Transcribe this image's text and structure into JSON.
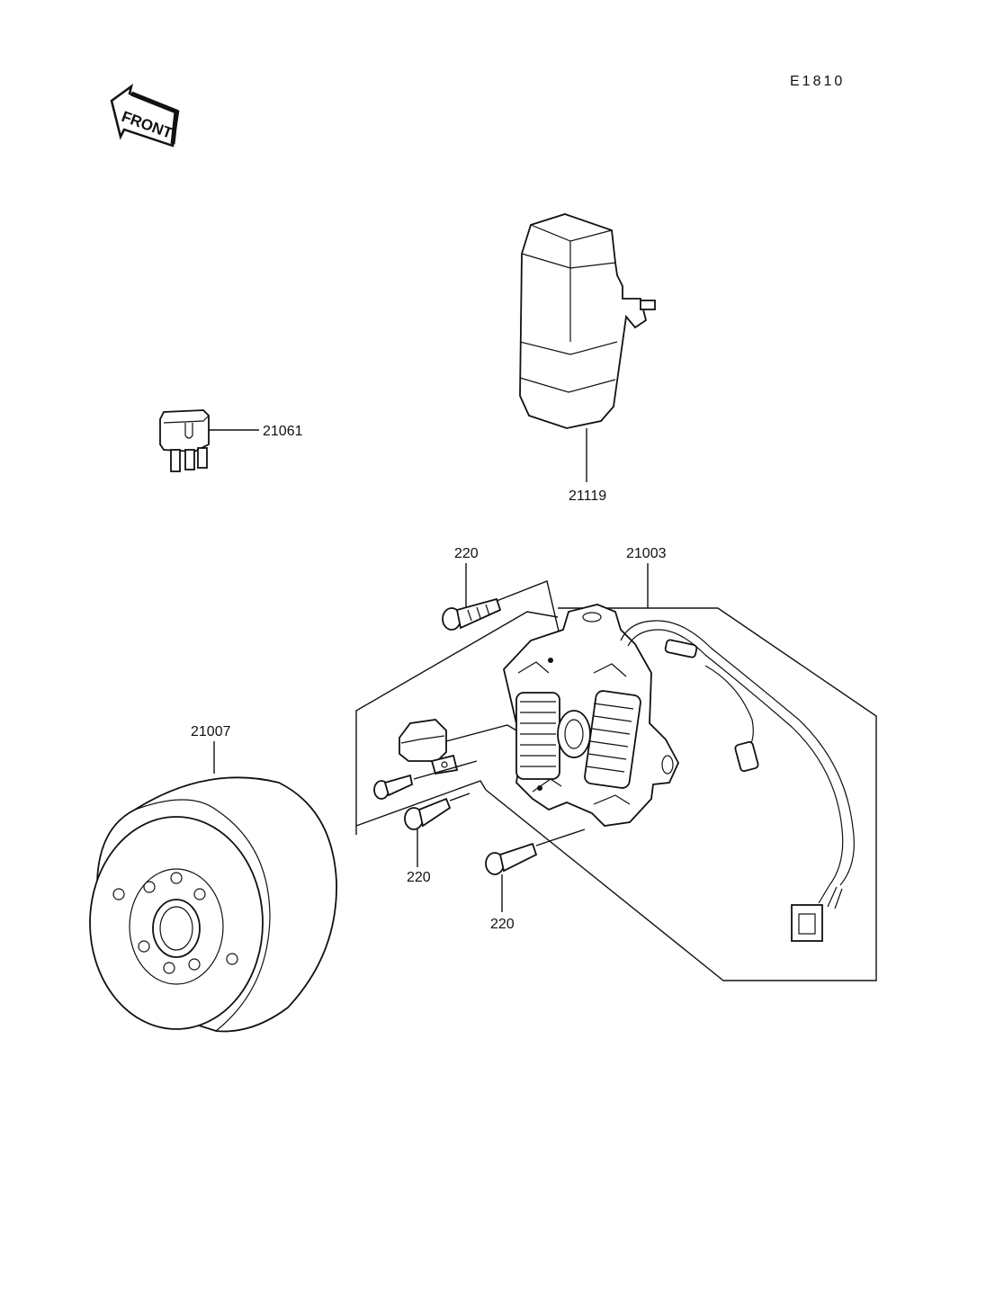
{
  "diagram_code": "E1810",
  "front_arrow": {
    "text": "FRONT",
    "icon": "front-arrow-icon"
  },
  "parts": {
    "relay_small": {
      "number": "21061"
    },
    "regulator": {
      "number": "21119"
    },
    "stator": {
      "number": "21003"
    },
    "flywheel": {
      "number": "21007"
    },
    "screw_top": {
      "number": "220"
    },
    "screw_mid": {
      "number": "220"
    },
    "screw_low": {
      "number": "220"
    }
  }
}
